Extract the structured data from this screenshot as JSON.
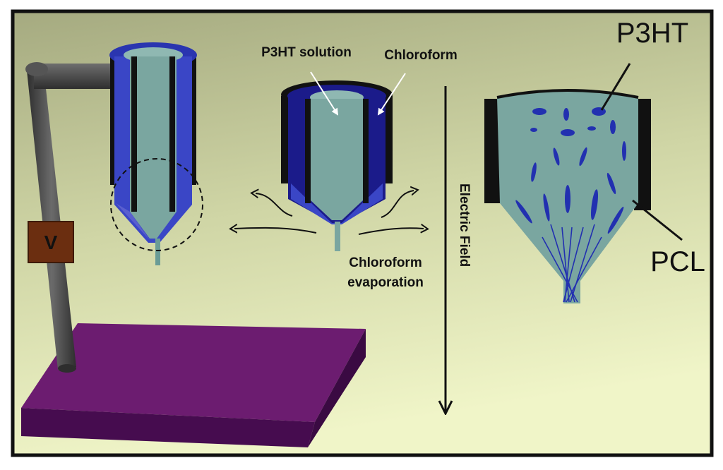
{
  "labels": {
    "p3ht_solution": "P3HT solution",
    "chloroform": "Chloroform",
    "evaporation_line1": "Chloroform",
    "evaporation_line2": "evaporation",
    "electric_field": "Electric Field",
    "p3ht": "P3HT",
    "pcl": "PCL",
    "voltage": "V"
  },
  "colors": {
    "background_top": "#a8ad84",
    "background_bottom": "#eef3c4",
    "frame": "#111111",
    "outer_sheath": "#111111",
    "blue_shell": "#3a46c6",
    "dark_blue_shell": "#1b1b8a",
    "core_solution": "#7aa6a0",
    "stand_pole": "#4a4a4a",
    "base_top": "#6a1a6e",
    "base_front": "#4a0d52",
    "voltage_box": "#6b2e10",
    "fiber_blue": "#2230b0"
  }
}
